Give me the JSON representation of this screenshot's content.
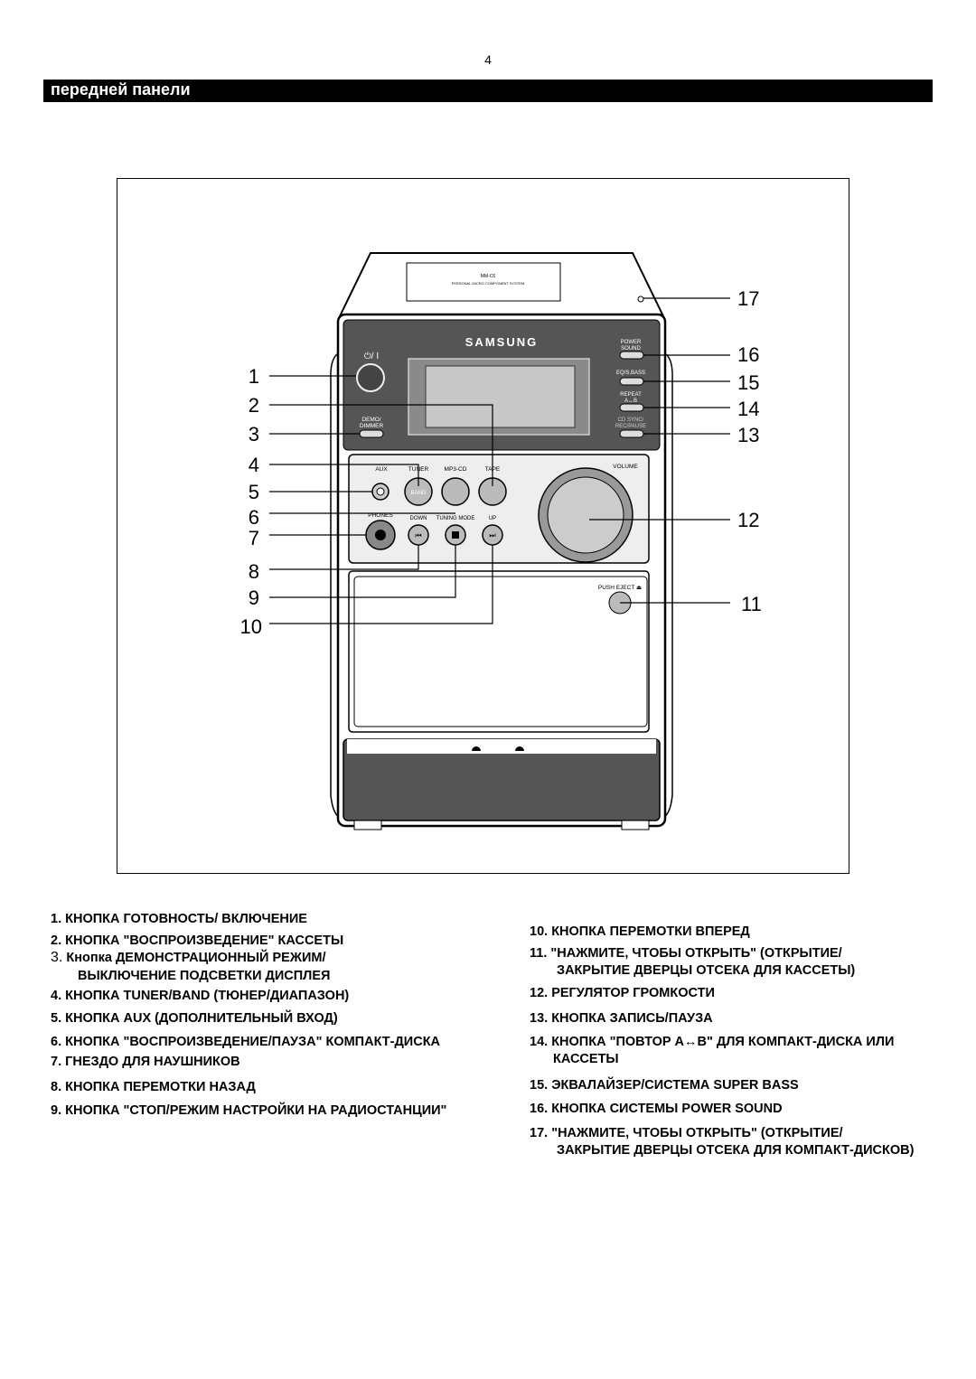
{
  "page_number": "4",
  "section_title": "передней панели",
  "device": {
    "model_line1": "MM-C6",
    "model_line2": "PERSONAL MICRO COMPONENT SYSTEM",
    "brand": "SAMSUNG",
    "power_symbol": "⏻/ I",
    "demo_label1": "DEMO/",
    "demo_label2": "DIMMER",
    "power_sound1": "POWER",
    "power_sound2": "SOUND",
    "eq_label": "EQ/S.BASS",
    "repeat1": "REPEAT",
    "repeat2": "A↔B",
    "cdsync1": "CD SYNC/",
    "cdsync2": "REC/PAUSE",
    "aux": "AUX",
    "tuner": "TUNER",
    "mp3cd": "MP3-CD",
    "tape": "TAPE",
    "band": "BAND",
    "volume": "VOLUME",
    "phones": "PHONES",
    "down": "DOWN",
    "tuning_mode": "TUNING MODE",
    "up": "UP",
    "push_eject": "PUSH EJECT ⏏"
  },
  "callouts_left": [
    "1",
    "2",
    "3",
    "4",
    "5",
    "6",
    "7",
    "8",
    "9",
    "10"
  ],
  "callouts_right": [
    "17",
    "16",
    "15",
    "14",
    "13",
    "12",
    "11"
  ],
  "legend_left": [
    {
      "num": "1.",
      "text": "КНОПКА ГОТОВНОСТЬ/ ВКЛЮЧЕНИЕ"
    },
    {
      "num": "2.",
      "text": "КНОПКА \"ВОСПРОИЗВЕДЕНИЕ\" КАССЕТЫ"
    },
    {
      "num": "3.",
      "text": "Кнопка ДЕМОНСТРАЦИОННЫЙ РЕЖИМ/",
      "cont": "ВЫКЛЮЧЕНИЕ ПОДСВЕТКИ ДИСПЛЕЯ"
    },
    {
      "num": "4.",
      "text": "КНОПКА TUNER/BAND (ТЮНЕР/ДИАПАЗОН)"
    },
    {
      "num": "5.",
      "text": "КНОПКА AUX (ДОПОЛНИТЕЛЬНЫЙ ВХОД)"
    },
    {
      "num": "6.",
      "text": "КНОПКА \"ВОСПРОИЗВЕДЕНИЕ/ПАУЗА\" КОМПАКТ-ДИСКА"
    },
    {
      "num": "7.",
      "text": "ГНЕЗДО ДЛЯ НАУШНИКОВ"
    },
    {
      "num": "8.",
      "text": "КНОПКА ПЕРЕМОТКИ НАЗАД"
    },
    {
      "num": "9.",
      "text": "КНОПКА \"СТОП/РЕЖИМ НАСТРОЙКИ НА РАДИОСТАНЦИИ\""
    }
  ],
  "legend_right": [
    {
      "num": "10.",
      "text": "КНОПКА ПЕРЕМОТКИ ВПЕРЕД"
    },
    {
      "num": "11.",
      "text": "\"НАЖМИТЕ, ЧТОБЫ ОТКРЫТЬ\" (ОТКРЫТИЕ/",
      "cont": "ЗАКРЫТИЕ ДВЕРЦЫ ОТСЕКА ДЛЯ КАССЕТЫ)"
    },
    {
      "num": "12.",
      "text": "РЕГУЛЯТОР ГРОМКОСТИ"
    },
    {
      "num": "13.",
      "text": "КНОПКА ЗАПИСЬ/ПАУЗА"
    },
    {
      "num": "14.",
      "text": "КНОПКА \"ПОВТОР A↔B\" ДЛЯ КОМПАКТ-ДИСКА ИЛИ",
      "cont": "КАССЕТЫ"
    },
    {
      "num": "15.",
      "text": "ЭКВАЛАЙЗЕР/СИСТЕМА SUPER BASS"
    },
    {
      "num": "16.",
      "text": "КНОПКА СИСТЕМЫ POWER SOUND"
    },
    {
      "num": "17.",
      "text": "\"НАЖМИТЕ, ЧТОБЫ ОТКРЫТЬ\" (ОТКРЫТИЕ/",
      "cont": "ЗАКРЫТИЕ ДВЕРЦЫ ОТСЕКА ДЛЯ КОМПАКТ-ДИСКОВ)"
    }
  ]
}
